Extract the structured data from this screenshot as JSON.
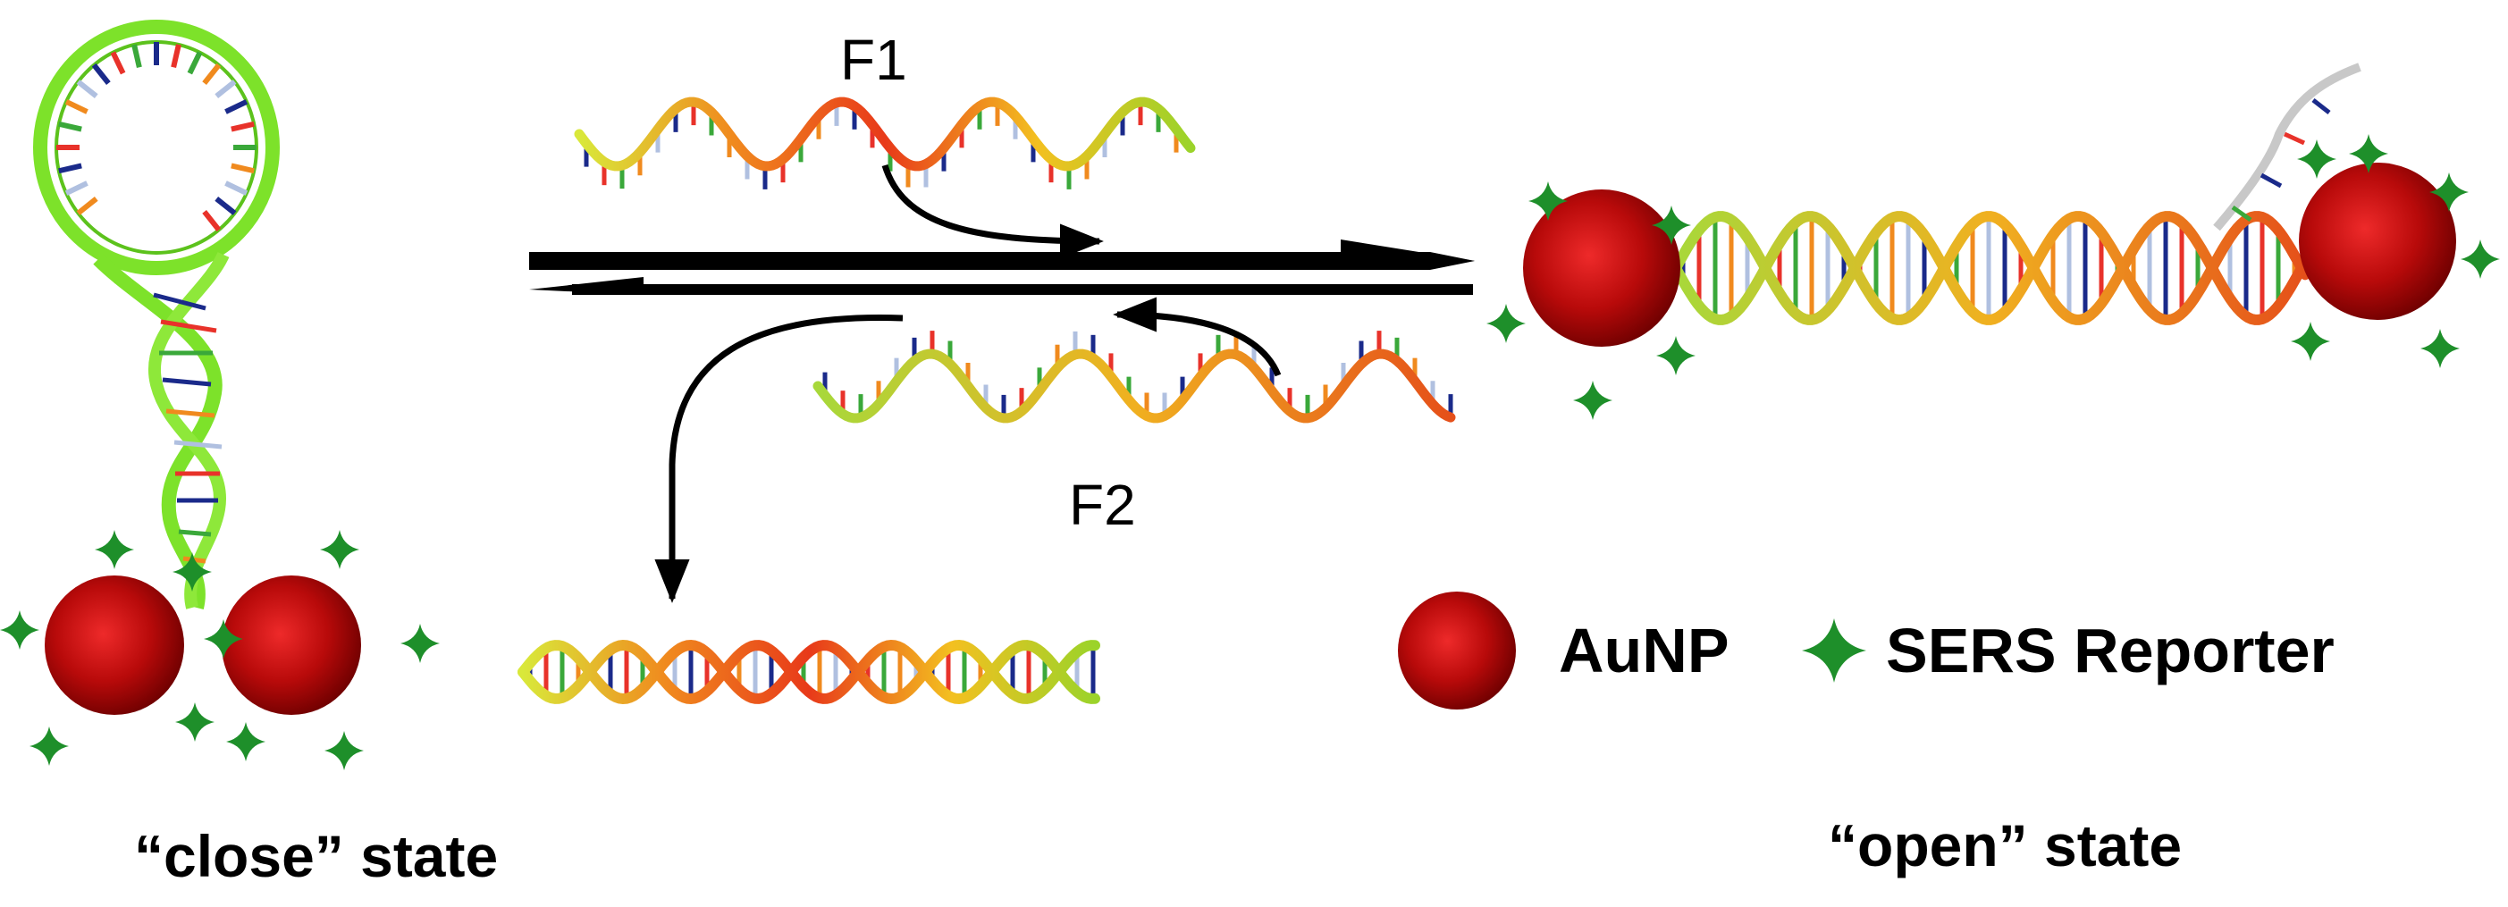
{
  "labels": {
    "f1": "F1",
    "f2": "F2",
    "close_state": "“close” state",
    "open_state": "“open” state"
  },
  "legend": {
    "aunp": "AuNP",
    "sers": "SERS Reporter"
  },
  "colors": {
    "aunp_center": "#e21a1a",
    "aunp_edge": "#7a0000",
    "sers_star": "#1e8f2a",
    "hairpin_strand": "#7de22a",
    "arrow": "#000000"
  }
}
